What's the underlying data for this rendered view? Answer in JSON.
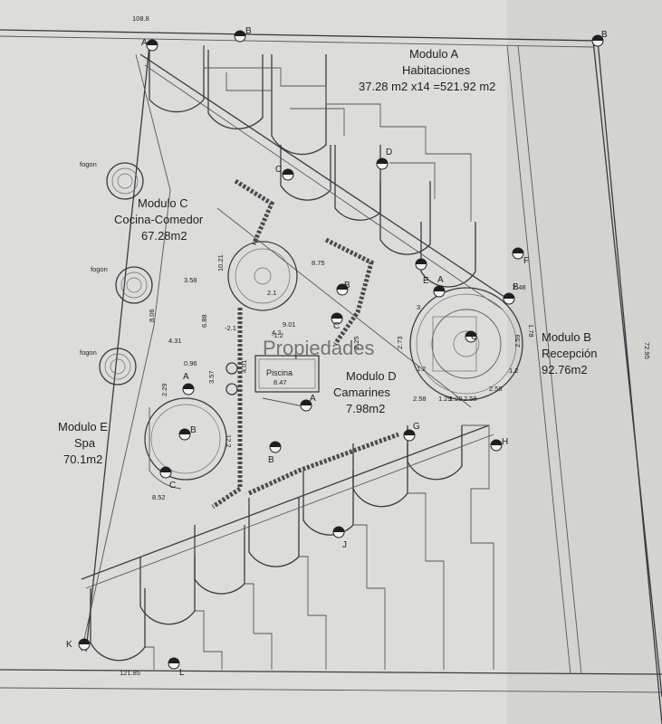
{
  "modules": {
    "a": {
      "name": "Modulo A",
      "use": "Habitaciones",
      "area": "37.28 m2 x14 =521.92 m2"
    },
    "b": {
      "name": "Modulo B",
      "use": "Recepción",
      "area": "92.76m2"
    },
    "c": {
      "name": "Modulo C",
      "use": "Cocina-Comedor",
      "area": "67.28m2"
    },
    "d": {
      "name": "Modulo D",
      "use": "Camarines",
      "area": "7.98m2"
    },
    "e": {
      "name": "Modulo E",
      "use": "Spa",
      "area": "70.1m2"
    }
  },
  "pool": {
    "name": "Piscina",
    "value": "8.47"
  },
  "fogon": [
    "fogon",
    "fogon",
    "fogon"
  ],
  "dimensions": {
    "top": "108.8",
    "bottom": "121.85",
    "right": "72.95",
    "d1": "3.58",
    "d2": "8.06",
    "d3": "6.88",
    "d4": "4.31",
    "d5": "10.21",
    "d6": "8.75",
    "d7": "9.01",
    "d8": "2.1",
    "d9": "-2.1",
    "d10": "-1.2",
    "d11": "2.73",
    "d12": "2.48",
    "d13": "2.58",
    "d14": "2.29",
    "d15": "12.2",
    "d16": "8.52",
    "d17": "0.96",
    "d18": "3.57",
    "d19": "1.2",
    "d20": "1.29",
    "d21": "1.29",
    "d22": "1.2",
    "d23": "2.58",
    "d24": "2.58",
    "d25": "3",
    "d26": "1.78",
    "d27": "2.59",
    "d28": "4.01",
    "d29": "4.2",
    "d30": "2.25"
  },
  "markers": {
    "a1": "A",
    "b1": "B",
    "b2": "B",
    "c1": "C",
    "d1": "D",
    "e1": "E",
    "f1": "F",
    "a2": "A",
    "b3": "B",
    "c2": "C",
    "b4": "B",
    "c3": "C",
    "a3": "A",
    "b5": "B",
    "a4": "A",
    "b6": "B",
    "c4": "C",
    "g1": "G",
    "h1": "H",
    "j1": "J",
    "k1": "K",
    "l1": "L"
  },
  "watermark": "Propiedades"
}
